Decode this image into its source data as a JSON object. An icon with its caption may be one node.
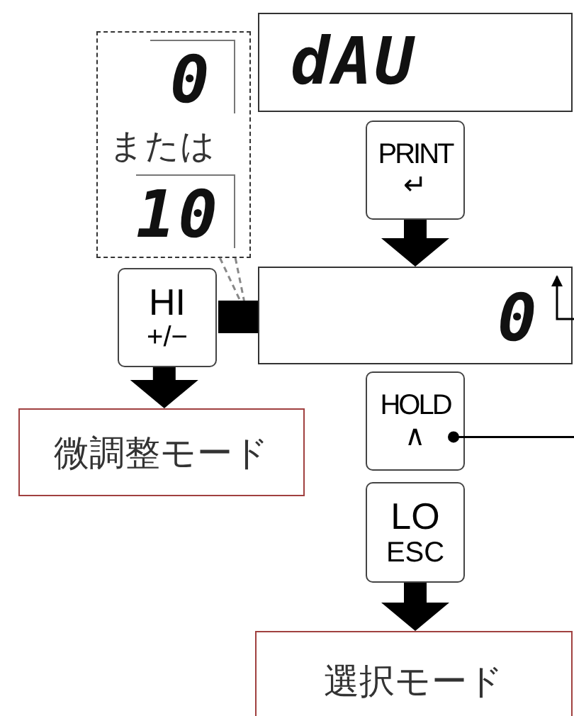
{
  "diagram": {
    "nodes": [
      {
        "text": [
          "dAU"
        ]
      },
      {
        "text": [
          "PRINT",
          "↵"
        ]
      },
      {
        "text": [
          "0"
        ]
      },
      {
        "text": [
          "または"
        ]
      },
      {
        "text": [
          "0"
        ],
        "in": 3
      },
      {
        "text": [
          "10"
        ],
        "in": 3
      },
      {
        "text": [
          "HI",
          "+/−"
        ]
      },
      {
        "text": [],
        "shape": "box"
      },
      {
        "text": [
          "微調整モード"
        ]
      },
      {
        "text": [
          "HOLD",
          "∧"
        ]
      },
      {
        "text": [
          "LO",
          "ESC"
        ]
      },
      {
        "text": [
          "選択モード"
        ]
      }
    ],
    "edges": [
      {
        "from": 1,
        "to": 2,
        "arrow": "to",
        "style": "thick"
      },
      {
        "from": 3,
        "to": 7,
        "arrow": "none",
        "style": "dashed",
        "color": "#888888"
      },
      {
        "from": 6,
        "to": 8,
        "arrow": "to",
        "style": "thick"
      },
      {
        "from": 9,
        "to": null,
        "arrow": "other"
      },
      {
        "from": null,
        "to": 2,
        "arrow": "to"
      },
      {
        "from": 10,
        "to": 11,
        "arrow": "to",
        "style": "thick"
      }
    ]
  }
}
